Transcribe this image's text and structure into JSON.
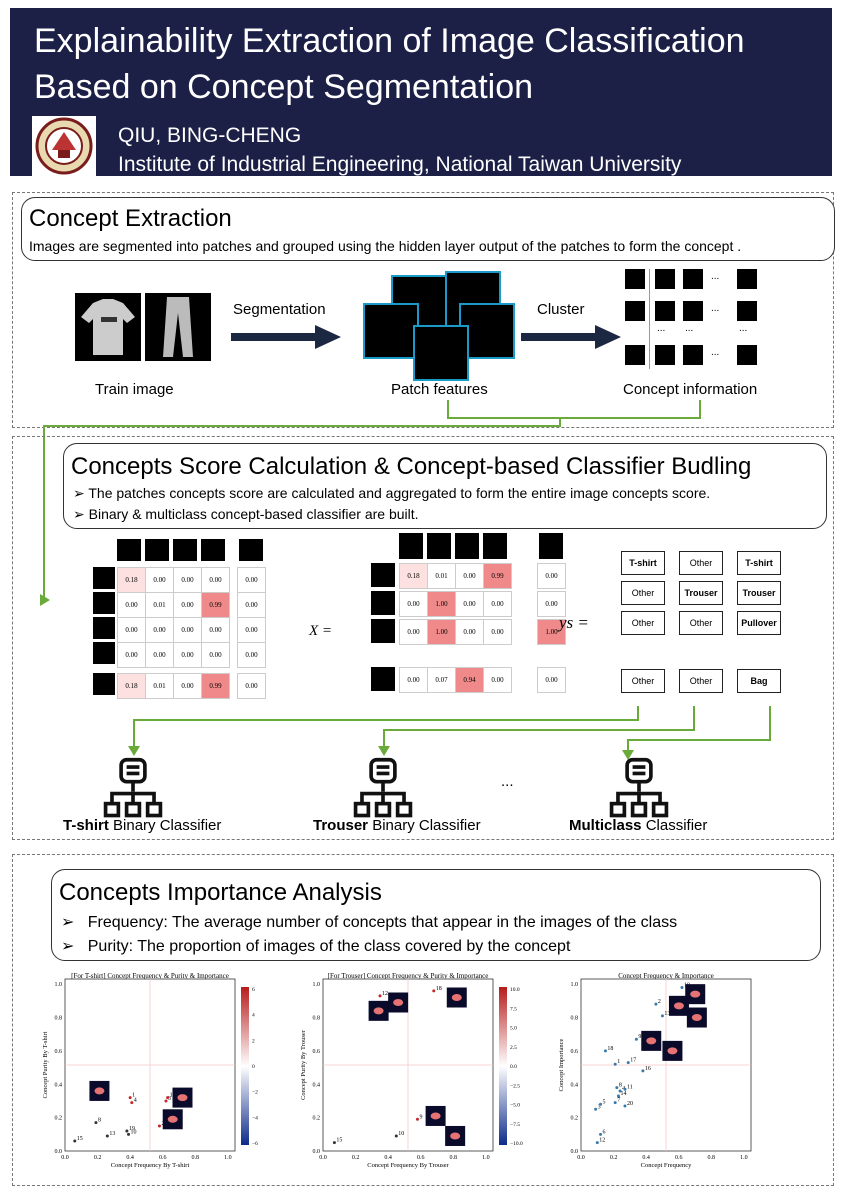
{
  "header": {
    "title": "Explainability Extraction of Image Classification Based on Concept Segmentation",
    "author": "QIU, BING-CHENG",
    "institution": "Institute of Industrial Engineering, National Taiwan University"
  },
  "section1": {
    "title": "Concept Extraction",
    "desc": "Images are segmented into patches and grouped using the hidden layer output of the patches to form the concept .",
    "labels": {
      "train": "Train image",
      "segmentation": "Segmentation",
      "patch": "Patch features",
      "cluster": "Cluster",
      "concept": "Concept information",
      "dots": "..."
    }
  },
  "section2": {
    "title": "Concepts Score Calculation & Concept-based Classifier Budling",
    "bullets": [
      "The patches concepts score are calculated and aggregated to form the entire image concepts score.",
      "Binary & multiclass concept-based classifier are built."
    ],
    "x_label": "X =",
    "ys_label": "ys =",
    "left_matrix": [
      [
        "0.18",
        "0.00",
        "0.00",
        "0.00",
        "0.00"
      ],
      [
        "0.00",
        "0.01",
        "0.00",
        "0.99",
        "0.00"
      ],
      [
        "0.00",
        "0.00",
        "0.00",
        "0.00",
        "0.00"
      ],
      [
        "0.00",
        "0.00",
        "0.00",
        "0.00",
        "0.00"
      ]
    ],
    "left_sum": [
      "0.18",
      "0.01",
      "0.00",
      "0.99",
      "0.00"
    ],
    "x_matrix": [
      [
        "0.18",
        "0.01",
        "0.00",
        "0.99",
        "0.00"
      ],
      [
        "0.00",
        "1.00",
        "0.00",
        "0.00",
        "0.00"
      ],
      [
        "0.00",
        "1.00",
        "0.00",
        "0.00",
        "1.00"
      ]
    ],
    "x_last": [
      "0.00",
      "0.07",
      "0.94",
      "0.00",
      "0.00"
    ],
    "ys": [
      [
        "T-shirt",
        "Other",
        "T-shirt"
      ],
      [
        "Other",
        "Trouser",
        "Trouser"
      ],
      [
        "Other",
        "Other",
        "Pullover"
      ]
    ],
    "ys_last": [
      "Other",
      ",",
      "Other",
      ",",
      "Bag"
    ],
    "dots": "...",
    "classifiers": [
      {
        "bold": "T-shirt",
        "rest": " Binary Classifier"
      },
      {
        "bold": "Trouser",
        "rest": " Binary Classifier"
      },
      {
        "bold": "Multiclass",
        "rest": " Classifier"
      }
    ]
  },
  "section3": {
    "title": "Concepts Importance Analysis",
    "bullets": [
      "Frequency: The average number of concepts that appear in the images of the class",
      "Purity: The proportion of images of the class covered by the concept"
    ],
    "plots": [
      {
        "title": "[For T-shirt] Concept Frequency & Purity & Importance",
        "xlabel": "Concept Frequency By T-shirt",
        "ylabel": "Concept Purity By T-shirt",
        "cbar": [
          "6",
          "4",
          "2",
          "0",
          "−2",
          "−4",
          "−6"
        ]
      },
      {
        "title": "[For Trouser] Concept Frequency & Purity & Importance",
        "xlabel": "Concept Frequency By Trouser",
        "ylabel": "Concept Purity By Trouser",
        "cbar": [
          "10.0",
          "7.5",
          "5.0",
          "2.5",
          "0.0",
          "−2.5",
          "−5.0",
          "−7.5",
          "−10.0"
        ]
      },
      {
        "title": "Concept Frequency & Importance",
        "xlabel": "Concept Frequency",
        "ylabel": "Concept Importance",
        "cbar": []
      }
    ],
    "ticks": [
      "0.0",
      "0.2",
      "0.4",
      "0.6",
      "0.8",
      "1.0"
    ]
  },
  "chart_data": [
    {
      "type": "scatter",
      "title": "[For T-shirt] Concept Frequency & Purity & Importance",
      "xlabel": "Concept Frequency By T-shirt",
      "ylabel": "Concept Purity By T-shirt",
      "xlim": [
        0,
        1
      ],
      "ylim": [
        0,
        1
      ],
      "points": [
        {
          "label": "6",
          "x": 0.22,
          "y": 0.37
        },
        {
          "label": "1",
          "x": 0.4,
          "y": 0.32
        },
        {
          "label": "4",
          "x": 0.41,
          "y": 0.29
        },
        {
          "label": "17",
          "x": 0.63,
          "y": 0.32
        },
        {
          "label": "3",
          "x": 0.62,
          "y": 0.3
        },
        {
          "label": "8",
          "x": 0.19,
          "y": 0.17
        },
        {
          "label": "2",
          "x": 0.58,
          "y": 0.15
        },
        {
          "label": "19",
          "x": 0.38,
          "y": 0.12
        },
        {
          "label": "10",
          "x": 0.39,
          "y": 0.1
        },
        {
          "label": "13",
          "x": 0.26,
          "y": 0.09
        },
        {
          "label": "15",
          "x": 0.06,
          "y": 0.06
        }
      ]
    },
    {
      "type": "scatter",
      "title": "[For Trouser] Concept Frequency & Purity & Importance",
      "xlabel": "Concept Frequency By Trouser",
      "ylabel": "Concept Purity By Trouser",
      "xlim": [
        0,
        1
      ],
      "ylim": [
        0,
        1
      ],
      "points": [
        {
          "label": "18",
          "x": 0.68,
          "y": 0.96
        },
        {
          "label": "12",
          "x": 0.35,
          "y": 0.93
        },
        {
          "label": "9",
          "x": 0.58,
          "y": 0.19
        },
        {
          "label": "2",
          "x": 0.68,
          "y": 0.17
        },
        {
          "label": "10",
          "x": 0.45,
          "y": 0.09
        },
        {
          "label": "15",
          "x": 0.07,
          "y": 0.05
        }
      ]
    },
    {
      "type": "scatter",
      "title": "Concept Frequency & Importance",
      "xlabel": "Concept Frequency",
      "ylabel": "Concept Importance",
      "xlim": [
        0,
        1
      ],
      "ylim": [
        0,
        1
      ],
      "points": [
        {
          "label": "10",
          "x": 0.62,
          "y": 0.98
        },
        {
          "label": "2",
          "x": 0.46,
          "y": 0.88
        },
        {
          "label": "13",
          "x": 0.5,
          "y": 0.81
        },
        {
          "label": "9",
          "x": 0.34,
          "y": 0.67
        },
        {
          "label": "19",
          "x": 0.42,
          "y": 0.62
        },
        {
          "label": "18",
          "x": 0.15,
          "y": 0.6
        },
        {
          "label": "1",
          "x": 0.21,
          "y": 0.52
        },
        {
          "label": "17",
          "x": 0.29,
          "y": 0.53
        },
        {
          "label": "16",
          "x": 0.38,
          "y": 0.48
        },
        {
          "label": "8",
          "x": 0.22,
          "y": 0.38
        },
        {
          "label": "4",
          "x": 0.24,
          "y": 0.36
        },
        {
          "label": "11",
          "x": 0.27,
          "y": 0.37
        },
        {
          "label": "14",
          "x": 0.23,
          "y": 0.33
        },
        {
          "label": "7",
          "x": 0.21,
          "y": 0.29
        },
        {
          "label": "3",
          "x": 0.09,
          "y": 0.25
        },
        {
          "label": "5",
          "x": 0.12,
          "y": 0.28
        },
        {
          "label": "20",
          "x": 0.27,
          "y": 0.27
        },
        {
          "label": "6",
          "x": 0.12,
          "y": 0.1
        },
        {
          "label": "12",
          "x": 0.1,
          "y": 0.05
        }
      ]
    }
  ]
}
